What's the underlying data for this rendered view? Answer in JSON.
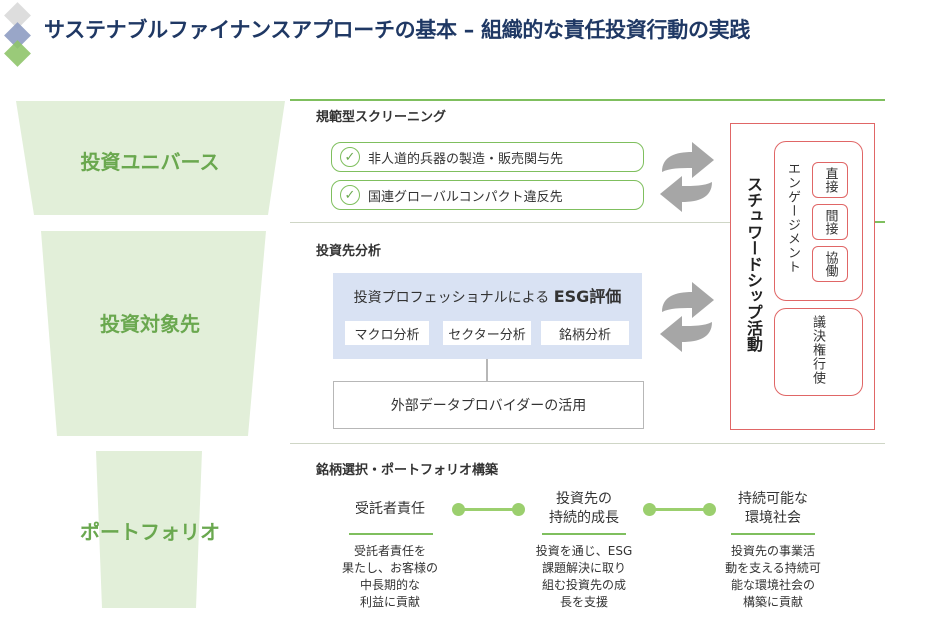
{
  "title": "サステナブルファイナンスアプローチの基本 – 組織的な責任投資行動の実践",
  "colors": {
    "accent_green": "#7fbf5e",
    "title_navy": "#1f3864",
    "steward_red": "#e06666",
    "esg_blue": "#d9e2f3"
  },
  "funnel": {
    "stage1": "投資ユニバース",
    "stage2": "投資対象先",
    "stage3": "ポートフォリオ"
  },
  "screening": {
    "heading": "規範型スクリーニング",
    "items": [
      "非人道的兵器の製造・販売関与先",
      "国連グローバルコンパクト違反先"
    ]
  },
  "analysis": {
    "heading": "投資先分析",
    "esg_prefix": "投資プロフェッショナルによる",
    "esg_bold": "ESG評価",
    "chips": [
      "マクロ分析",
      "セクター分析",
      "銘柄分析"
    ],
    "external": "外部データプロバイダーの活用"
  },
  "stewardship": {
    "title": "スチュワードシップ活動",
    "engagement": "エンゲージメント",
    "methods": [
      "直接",
      "間接",
      "協働"
    ],
    "voting": "議決権行使"
  },
  "portfolio": {
    "heading": "銘柄選択・ポートフォリオ構築",
    "steps": [
      {
        "title": [
          "受託者責任"
        ],
        "desc": [
          "受託者責任を",
          "果たし、お客様の",
          "中長期的な",
          "利益に貢献"
        ]
      },
      {
        "title": [
          "投資先の",
          "持続的成長"
        ],
        "desc": [
          "投資を通じ、ESG",
          "課題解決に取り",
          "組む投資先の成",
          "長を支援"
        ]
      },
      {
        "title": [
          "持続可能な",
          "環境社会"
        ],
        "desc": [
          "投資先の事業活",
          "動を支える持続可",
          "能な環境社会の",
          "構築に貢献"
        ]
      }
    ]
  },
  "icons": [
    "check-icon",
    "cycle-arrows-icon"
  ]
}
